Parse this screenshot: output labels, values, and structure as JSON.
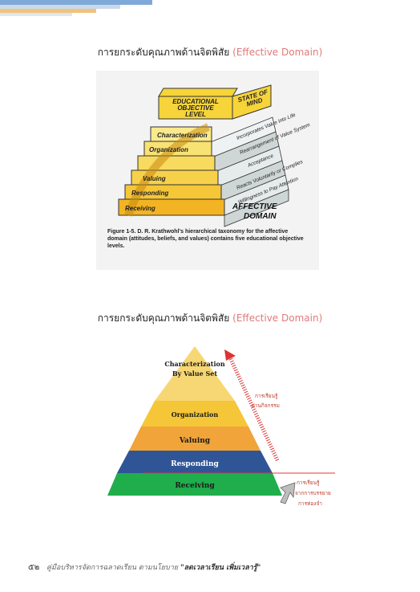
{
  "header": {
    "band_colors": [
      "#7fa9d8",
      "#c9d9ea",
      "#f2c27a"
    ]
  },
  "section1": {
    "title_th": "การยกระดับคุณภาพด้านจิตพิสัย",
    "title_en": "(Effective Domain)",
    "figure": {
      "banner_title": "EDUCATIONAL OBJECTIVE LEVEL",
      "banner_state": "STATE OF MIND",
      "levels": [
        {
          "name": "Characterization",
          "state": "Incorporates Value into Life"
        },
        {
          "name": "Organization",
          "state": "Rearrangement of Value System"
        },
        {
          "name": "Valuing",
          "state": "Acceptance"
        },
        {
          "name": "Responding",
          "state": "Reacts Voluntarily or Complies"
        },
        {
          "name": "Receiving",
          "state": "Willingness to Pay Attention"
        }
      ],
      "domain_label": "AFFECTIVE DOMAIN",
      "caption": "Figure 1-5. D. R. Krathwohl's hierarchical taxonomy for the affective domain (attitudes, beliefs, and values) contains five educational objective levels."
    }
  },
  "section2": {
    "title_th": "การยกระดับคุณภาพด้านจิตพิสัย",
    "title_en": "(Effective Domain)",
    "pyramid": [
      {
        "label": "Characterization",
        "label2": "By Value Set",
        "color": "#f7d774"
      },
      {
        "label": "Organization",
        "color": "#f5c637"
      },
      {
        "label": "Valuing",
        "color": "#f0a43a"
      },
      {
        "label": "Responding",
        "color": "#2f5597"
      },
      {
        "label": "Receiving",
        "color": "#1fae4b"
      }
    ],
    "note_upper": "การเรียนรู้ ผ่านกิจกรรม",
    "note_lower": "การเรียนรู้ จากการบรรยาย การท่องจำ"
  },
  "footer": {
    "page_number": "๕๒",
    "text": "คู่มือบริหารจัดการฉลาดเรียน ตามนโยบาย",
    "slogan": "\"ลดเวลาเรียน เพิ่มเวลารู้\""
  }
}
